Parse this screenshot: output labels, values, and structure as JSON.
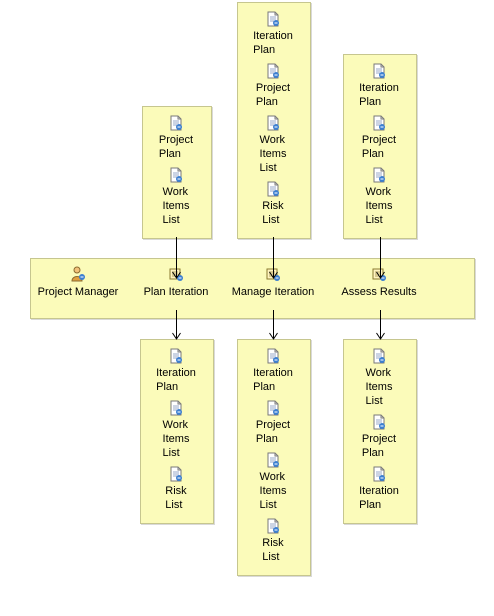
{
  "lane": {
    "role": "Project Manager",
    "tasks": [
      "Plan Iteration",
      "Manage Iteration",
      "Assess Results"
    ]
  },
  "inputs": {
    "plan_iteration": [
      "Project\nPlan",
      "Work\nItems\nList"
    ],
    "manage_iteration": [
      "Iteration\nPlan",
      "Project\nPlan",
      "Work\nItems\nList",
      "Risk\nList"
    ],
    "assess_results": [
      "Iteration\nPlan",
      "Project\nPlan",
      "Work\nItems\nList"
    ]
  },
  "outputs": {
    "plan_iteration": [
      "Iteration\nPlan",
      "Work\nItems\nList",
      "Risk\nList"
    ],
    "manage_iteration": [
      "Iteration\nPlan",
      "Project\nPlan",
      "Work\nItems\nList",
      "Risk\nList"
    ],
    "assess_results": [
      "Work\nItems\nList",
      "Project\nPlan",
      "Iteration\nPlan"
    ]
  },
  "icons": {
    "artifact": "artifact-document-icon",
    "task": "task-icon",
    "role": "role-person-icon"
  },
  "colors": {
    "panel_fill": "#fbfbba",
    "panel_border": "#c6c68f",
    "arrow": "#000000"
  }
}
